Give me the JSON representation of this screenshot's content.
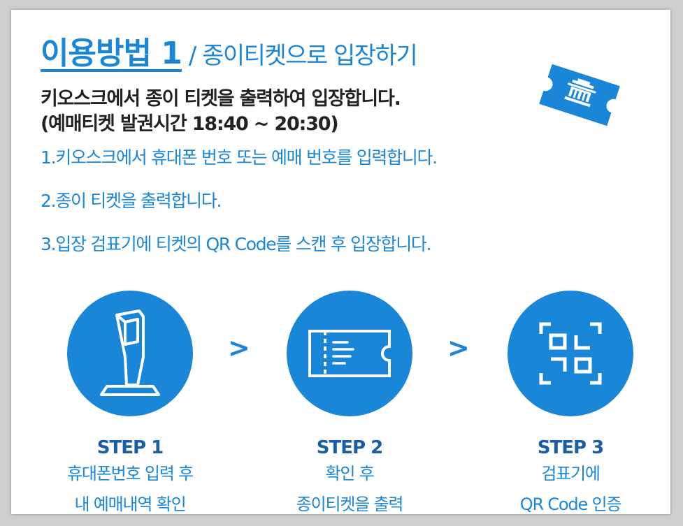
{
  "title": {
    "main": "이용방법 1",
    "sub": "/ 종이티켓으로 입장하기"
  },
  "description": {
    "line1": "키오스크에서  종이 티켓을 출력하여 입장합니다.",
    "line2": "(예매티켓 발권시간 18:40 ~ 20:30)"
  },
  "instructions": [
    "1.키오스크에서  휴대폰 번호 또는 예매 번호를 입력합니다.",
    "2.종이 티켓을 출력합니다.",
    "3.입장 검표기에  티켓의 QR Code를 스캔 후  입장합니다."
  ],
  "arrow_symbol": ">",
  "steps": [
    {
      "title": "STEP 1",
      "line1": "휴대폰번호 입력 후",
      "line2": "내 예매내역 확인",
      "icon": "kiosk-icon"
    },
    {
      "title": "STEP 2",
      "line1": "확인 후",
      "line2": "종이티켓을 출력",
      "icon": "ticket-icon"
    },
    {
      "title": "STEP 3",
      "line1": "검표기에",
      "line2": "QR Code 인증",
      "icon": "qr-code-icon"
    }
  ],
  "colors": {
    "accent": "#1a86d8",
    "step_title": "#1a5fa6",
    "text_dark": "#222222"
  }
}
